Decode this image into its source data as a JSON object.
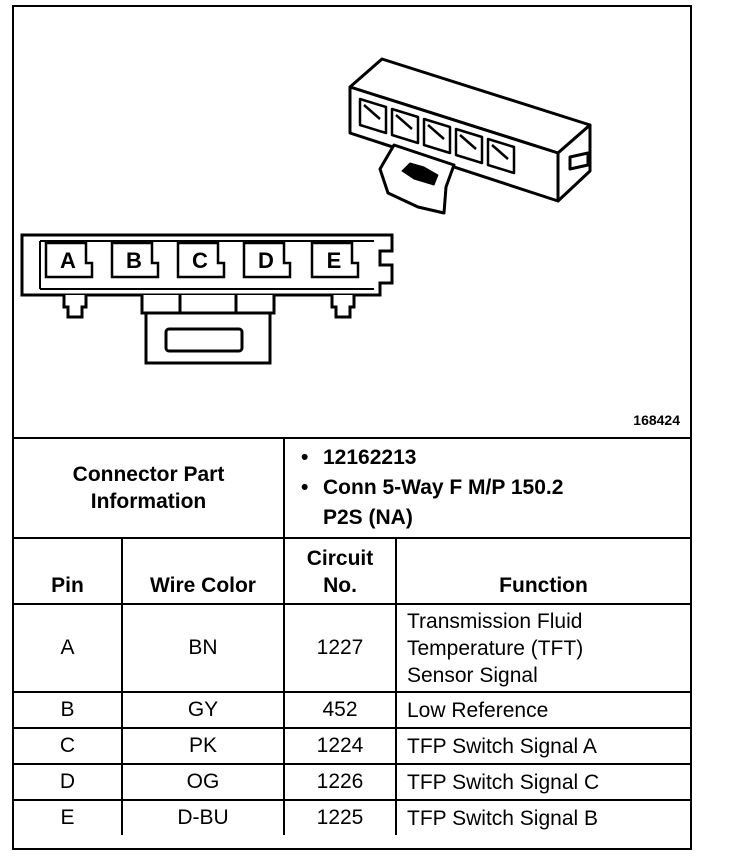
{
  "figure_id": "168424",
  "connector": {
    "pins": [
      "A",
      "B",
      "C",
      "D",
      "E"
    ],
    "info_label_line1": "Connector Part",
    "info_label_line2": "Information",
    "part_number": "12162213",
    "description_line1": "Conn 5-Way F M/P 150.2",
    "description_line2": "P2S (NA)"
  },
  "table": {
    "headers": {
      "pin": "Pin",
      "wire_color": "Wire Color",
      "circuit_line1": "Circuit",
      "circuit_line2": "No.",
      "function": "Function"
    },
    "rows": [
      {
        "pin": "A",
        "wire_color": "BN",
        "circuit": "1227",
        "function_lines": [
          "Transmission Fluid",
          "Temperature (TFT)",
          "Sensor Signal"
        ]
      },
      {
        "pin": "B",
        "wire_color": "GY",
        "circuit": "452",
        "function_lines": [
          "Low Reference"
        ]
      },
      {
        "pin": "C",
        "wire_color": "PK",
        "circuit": "1224",
        "function_lines": [
          "TFP Switch Signal A"
        ]
      },
      {
        "pin": "D",
        "wire_color": "OG",
        "circuit": "1226",
        "function_lines": [
          "TFP Switch Signal C"
        ]
      },
      {
        "pin": "E",
        "wire_color": "D-BU",
        "circuit": "1225",
        "function_lines": [
          "TFP Switch Signal B"
        ]
      }
    ]
  }
}
